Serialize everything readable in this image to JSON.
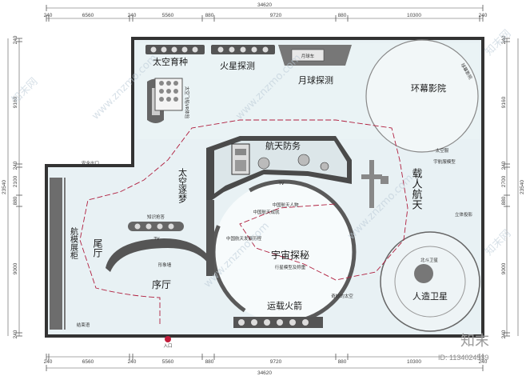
{
  "dimensions": {
    "top_total": "34620",
    "top_segments": [
      "240",
      "6560",
      "240",
      "5560",
      "880",
      "9720",
      "880",
      "10300",
      "240"
    ],
    "bottom_total": "34620",
    "bottom_segments": [
      "240",
      "6560",
      "240",
      "5560",
      "880",
      "9720",
      "880",
      "10300",
      "240"
    ],
    "left_total": "23540",
    "left_segments": [
      "240",
      "9160",
      "240",
      "2100",
      "880",
      "9000",
      "240"
    ],
    "right_total": "23540",
    "right_segments": [
      "240",
      "9160",
      "240",
      "2700",
      "880",
      "9000",
      "240"
    ]
  },
  "zones": {
    "space_breeding": "太空育种",
    "mars_exploration": "火星探测",
    "lunar_exploration": "月球探测",
    "dome_cinema": "环幕影院",
    "aerospace_defense": "航天防务",
    "crewed_spaceflight": "载人航天",
    "space_dream": "太空逐梦",
    "tail_hall": "尾厅",
    "aviation_model_cabinet": "航模展柜",
    "prelude_hall": "序厅",
    "universe_exploration": "宇宙探秘",
    "launch_rocket": "运载火箭",
    "artificial_satellite": "人造卫星"
  },
  "labels": {
    "safety_exit": "安全出口",
    "lander": "月球车",
    "spacecraft_hull": "太空飞船VR体验",
    "knowledge_quiz": "知识抢答",
    "tv": "TV",
    "image_wall": "形象墙",
    "china_aerospace_achievements": "中国航天成就",
    "china_aerospace_figures": "中国航天人物",
    "china_aerospace_history": "中国航天发展历程",
    "planet_models": "行星模型及称重",
    "wonderful_space": "奇妙的太空",
    "beidou_satellite": "北斗卫星",
    "space_suit": "太空服",
    "spacesuit_model": "宇航服模型",
    "cube_interaction": "立体投影",
    "ending_words": "结束语",
    "entrance": "入口",
    "dome_projection": "球幕影院"
  },
  "watermarks": {
    "site": "www.znzmo.com",
    "brand": "知末",
    "id": "ID: 1134024539",
    "side": "知末网"
  }
}
